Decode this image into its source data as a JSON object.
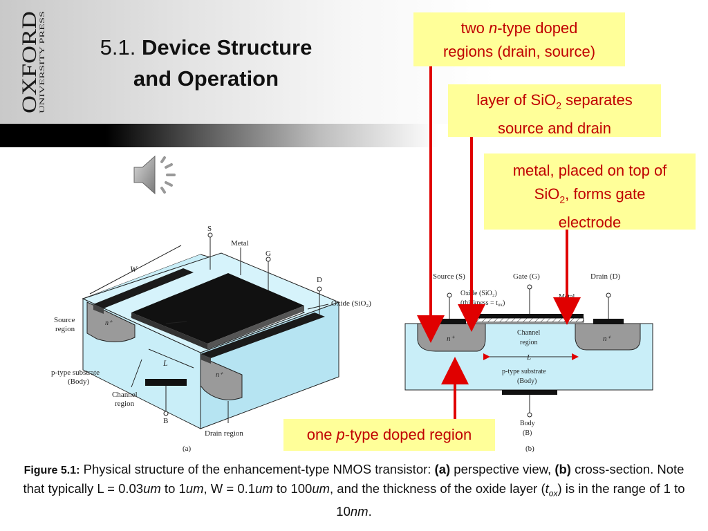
{
  "logo": {
    "brand": "OXFORD",
    "sub": "UNIVERSITY PRESS"
  },
  "title": {
    "number": "5.1.",
    "line1": "Device Structure",
    "line2": "and Operation"
  },
  "callouts": {
    "c1": {
      "pre": "two ",
      "em": "n",
      "post": "-type doped",
      "line2": "regions (drain, source)"
    },
    "c2": {
      "pre": "layer of SiO",
      "sub": "2",
      "post": " separates",
      "line2": "source and drain"
    },
    "c3": {
      "line1": "metal, placed on top of",
      "pre2": "SiO",
      "sub": "2",
      "post2": ", forms gate",
      "line3": "electrode"
    },
    "c4": {
      "pre": "one ",
      "em": "p",
      "post": "-type doped region"
    }
  },
  "figure_a": {
    "label_s": "S",
    "label_metal": "Metal",
    "label_g": "G",
    "label_d": "D",
    "label_oxide": "Oxide (SiO₂)",
    "label_w": "W",
    "label_l": "L",
    "label_source1": "Source",
    "label_source2": "region",
    "label_n1": "n⁺",
    "label_n2": "n⁺",
    "label_sub1": "p-type substrate",
    "label_sub2": "(Body)",
    "label_channel1": "Channel",
    "label_channel2": "region",
    "label_b": "B",
    "label_drain": "Drain region",
    "caption": "(a)"
  },
  "figure_b": {
    "label_source": "Source (S)",
    "label_gate": "Gate (G)",
    "label_drain": "Drain (D)",
    "label_oxide1": "Oxide (SiO₂)",
    "label_oxide2": "(thickness = t",
    "label_oxide2_sub": "ox",
    "label_oxide2_end": ")",
    "label_metal": "Metal",
    "label_n1": "n⁺",
    "label_n2": "n⁺",
    "label_channel1": "Channel",
    "label_channel2": "region",
    "label_l": "L",
    "label_sub1": "p-type substrate",
    "label_sub2": "(Body)",
    "label_body": "Body",
    "label_b": "(B)",
    "caption": "(b)"
  },
  "caption": {
    "fig_label": "Figure 5.1:",
    "t1": " Physical structure of the enhancement-type NMOS transistor: ",
    "a": "(a)",
    "t2": " perspective view, ",
    "b": "(b)",
    "t3": " cross-section.  Note that typically L = 0.03",
    "u1": "um",
    "t4": " to 1",
    "u2": "um",
    "t5": ", W = 0.1",
    "u3": "um",
    "t6": " to 100",
    "u4": "um",
    "t7": ", and the thickness of the oxide layer (",
    "tox": "t",
    "tox_sub": "ox",
    "t8": ") is in the range of 1 to 10",
    "nm": "nm",
    "t9": "."
  },
  "colors": {
    "callout_bg": "#ffff99",
    "callout_text": "#c00000",
    "substrate": "#c9eef8",
    "arrow": "#e00000"
  }
}
